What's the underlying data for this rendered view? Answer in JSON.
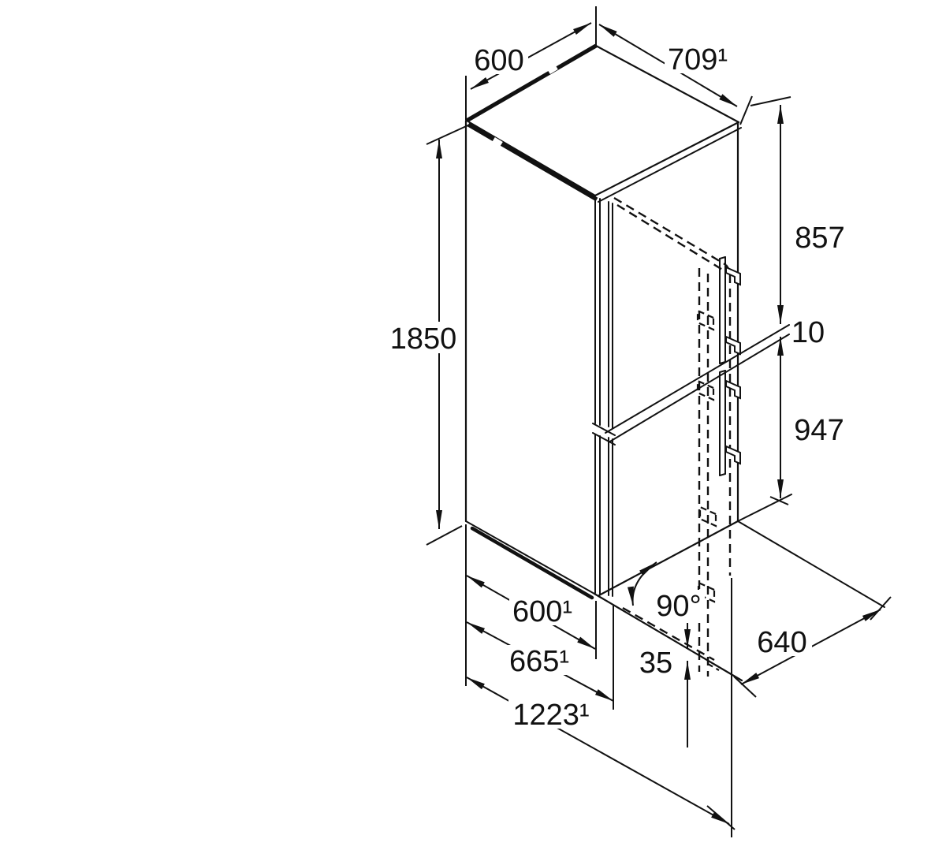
{
  "diagram": {
    "type": "isometric-dimension-drawing",
    "subject": "fridge-freezer with door opening clearances",
    "unit": "mm"
  },
  "labels": {
    "width_top": "600",
    "depth_top": "709¹",
    "height": "1850",
    "upper_section": "857",
    "door_gap": "10",
    "lower_section": "947",
    "width_bottom": "600¹",
    "width_incl_door": "665¹",
    "depth_doors_open": "1223¹",
    "opening_angle": "90°",
    "bottom_clearance": "35",
    "door_depth_open": "640"
  }
}
